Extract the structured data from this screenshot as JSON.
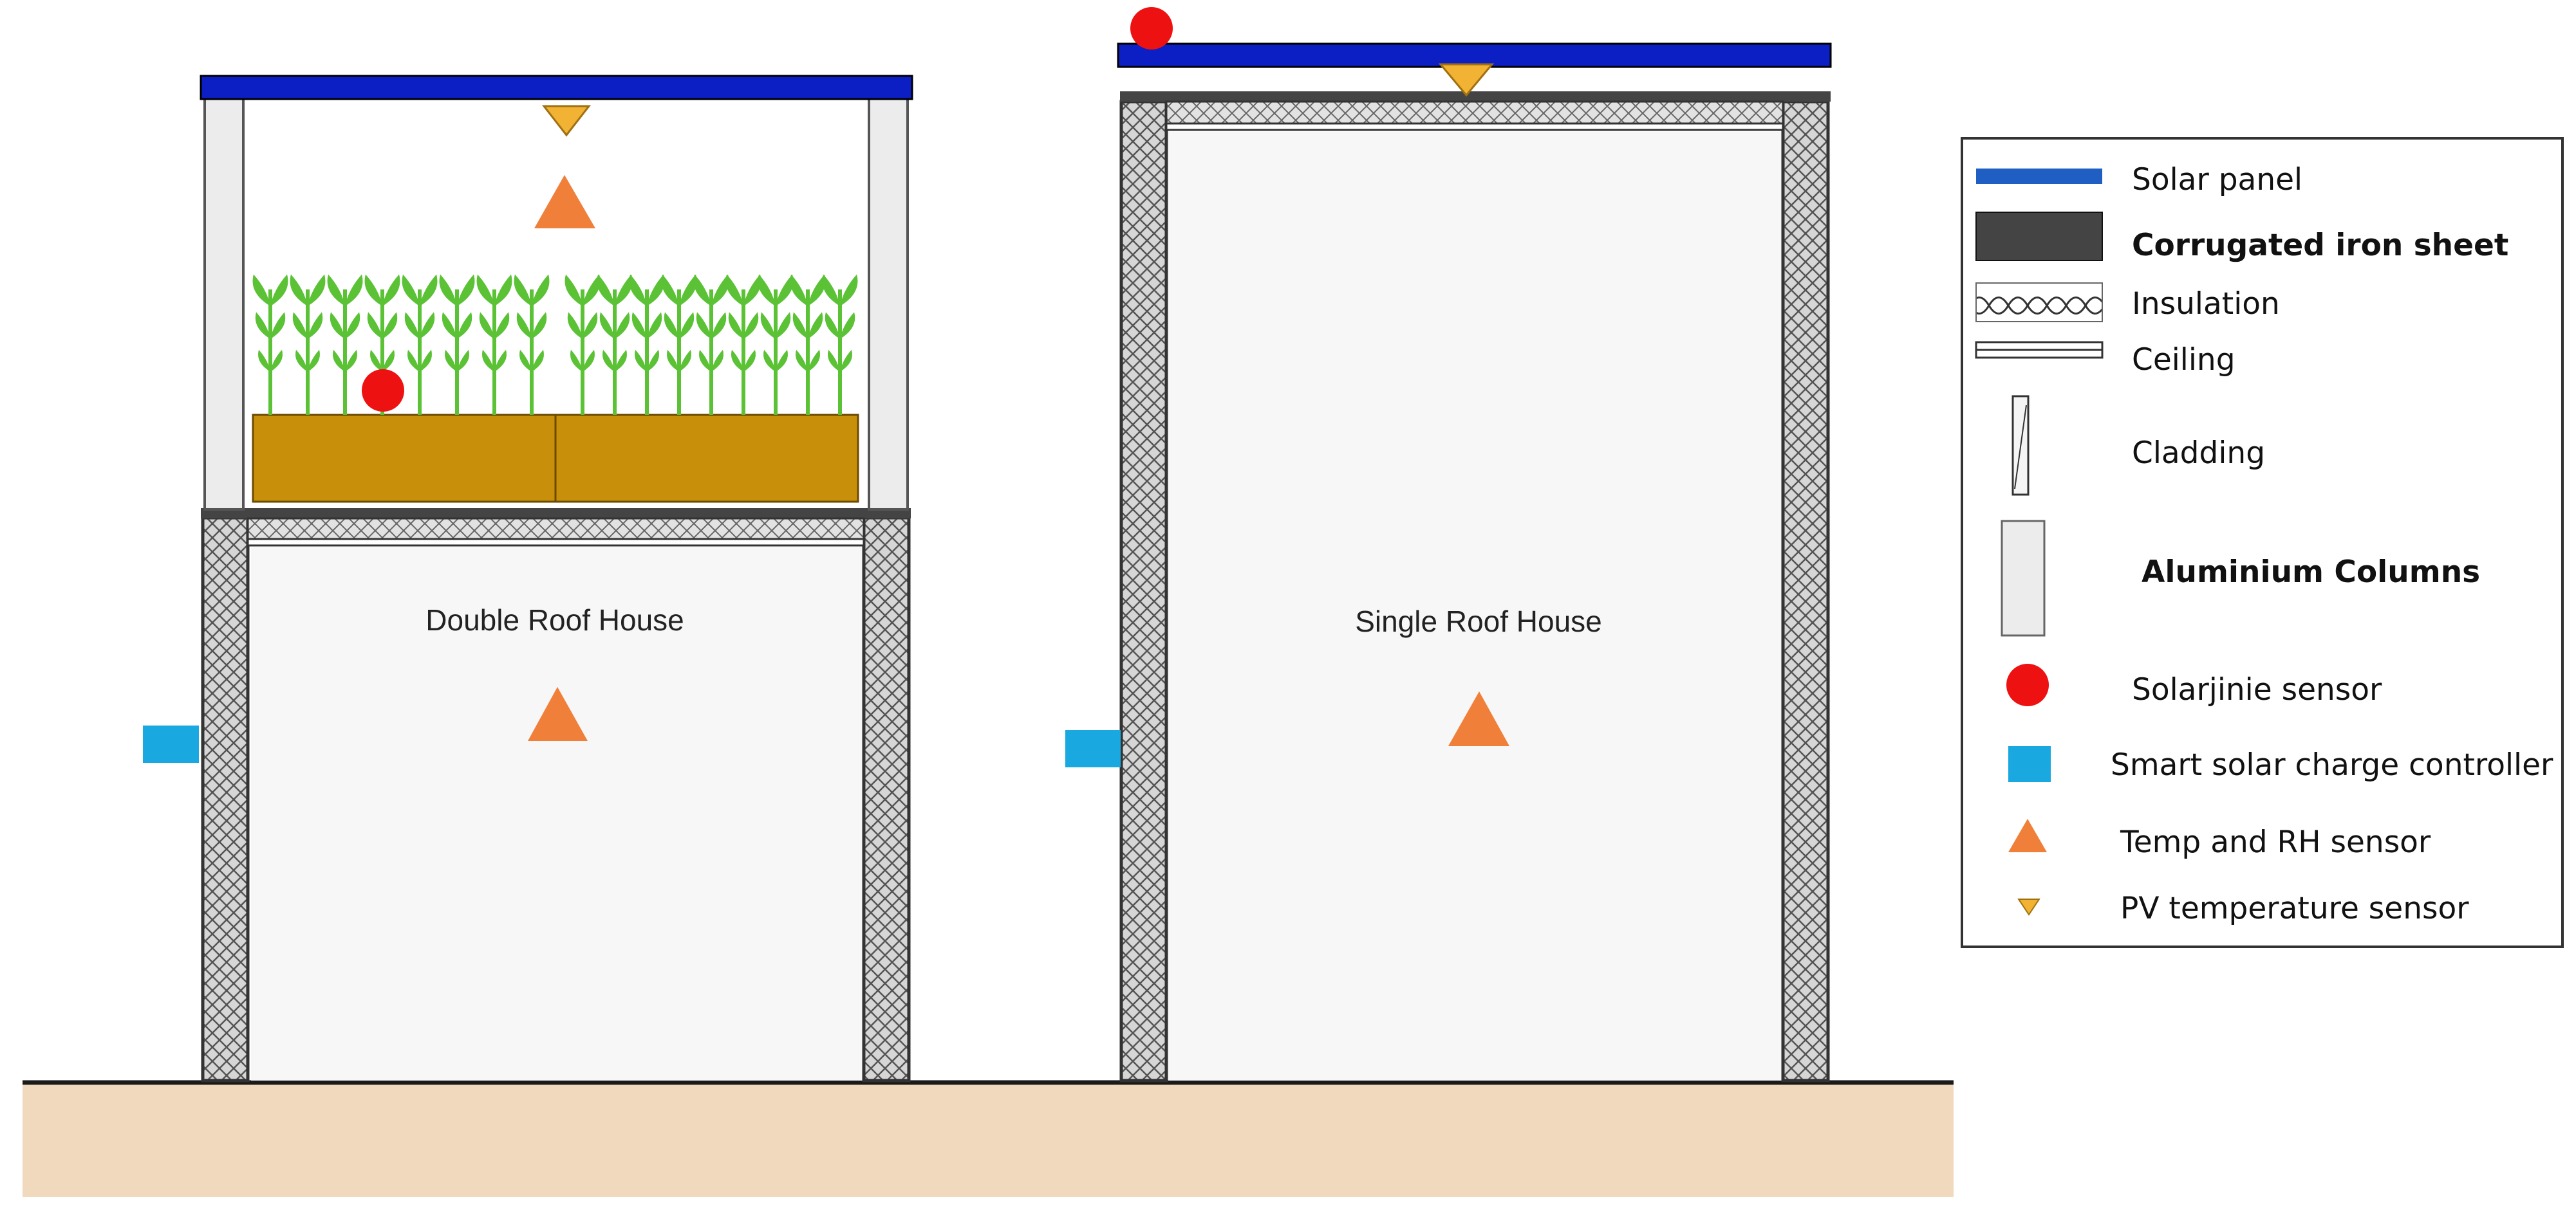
{
  "houses": {
    "double": {
      "label": "Double Roof House"
    },
    "single": {
      "label": "Single Roof House"
    }
  },
  "legend": {
    "items": [
      {
        "key": "solar_panel",
        "label": "Solar panel",
        "bold": false
      },
      {
        "key": "iron_sheet",
        "label": "Corrugated iron sheet",
        "bold": true
      },
      {
        "key": "insulation",
        "label": "Insulation",
        "bold": false
      },
      {
        "key": "ceiling",
        "label": "Ceiling",
        "bold": false
      },
      {
        "key": "cladding",
        "label": "Cladding",
        "bold": false
      },
      {
        "key": "columns",
        "label": "Aluminium Columns",
        "bold": true
      },
      {
        "key": "solarjinie",
        "label": "Solarjinie sensor",
        "bold": false
      },
      {
        "key": "controller",
        "label": "Smart solar charge controller",
        "bold": false
      },
      {
        "key": "temp_rh",
        "label": "Temp and RH sensor",
        "bold": false
      },
      {
        "key": "pv_temp",
        "label": "PV temperature sensor",
        "bold": false
      }
    ]
  },
  "colors": {
    "solar_panel": "#0b1fc4",
    "iron_sheet": "#444444",
    "solarjinie": "#ee1111",
    "controller": "#1aa8e0",
    "temp_rh": "#f07f3a",
    "pv_temp": "#f2b233",
    "soil": "#f0d9bc",
    "planter": "#c8900a",
    "plant": "#5bc236",
    "wall_fill": "#f7f7f7",
    "column": "#ececec"
  }
}
